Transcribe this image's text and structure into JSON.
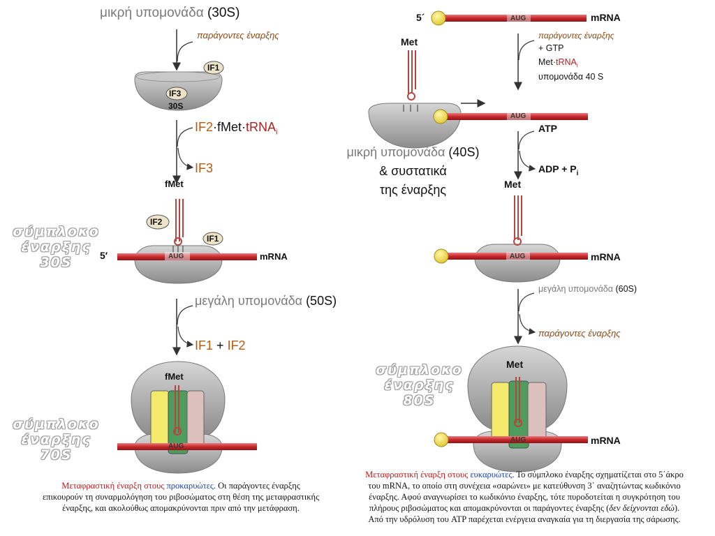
{
  "colors": {
    "ribosome": "#a9a9a9",
    "mrna_red": "#c8282d",
    "cap_yellow": "#f2e24a",
    "if_tan": "#ece3c8",
    "trna": "#b7453e",
    "green": "#4f9d5c",
    "yellow_site": "#f3e96a",
    "pink_site": "#dcc0bd"
  },
  "prokaryote": {
    "small_subunit_label": "μικρή υπομονάδα",
    "small_subunit_size": "(30S)",
    "factors_label": "παράγοντες έναρξης",
    "if1": "IF1",
    "if3": "IF3",
    "s30": "30S",
    "step2_if2": "IF2",
    "step2_dot1": "·fMet·",
    "step2_trna": "tRNA",
    "step2_sub": "i",
    "step2_out": "IF3",
    "fmet": "fMet",
    "if2": "IF2",
    "if1b": "IF1",
    "five_prime": "5′",
    "aug": "AUG",
    "mrna": "mRNA",
    "large_subunit_label": "μεγάλη υπομονάδα",
    "large_subunit_size": "(50S)",
    "out_if1": "IF1",
    "plus": "+",
    "out_if2": "IF2",
    "fmet2": "fMet",
    "aug2": "AUG",
    "complex30_line1": "σύμπλοκο",
    "complex30_line2": "έναρξης",
    "complex30_line3": "30S",
    "complex70_line1": "σύμπλοκο",
    "complex70_line2": "έναρξης",
    "complex70_line3": "70S"
  },
  "eukaryote": {
    "five_prime": "5´",
    "aug": "AUG",
    "mrna": "mRNA",
    "met": "Met",
    "factors_label": "παράγοντες έναρξης",
    "gtp": "+ GTP",
    "met_trna_a": "Met·",
    "met_trna_b": "tRNA",
    "met_trna_sub": "i",
    "subunit40": "υπομονάδα 40 S",
    "aug_b": "AUG",
    "atp": "ATP",
    "adp": "ADP + P",
    "adp_sub": "i",
    "small_subunit_label": "μικρή υπομονάδα",
    "small_subunit_size": "(40S)",
    "and_factors": "& συστατικά",
    "of_initiation": "της έναρξης",
    "met2": "Met",
    "aug_c": "AUG",
    "mrna_c": "mRNA",
    "large_subunit_label": "μεγάλη υπομονάδα",
    "large_subunit_size": "(60S)",
    "factors_out": "παράγοντες έναρξης",
    "met3": "Met",
    "aug_d": "AUG",
    "mrna_d": "mRNA",
    "complex80_line1": "σύμπλοκο",
    "complex80_line2": "έναρξης",
    "complex80_line3": "80S"
  },
  "captions": {
    "left_red": "Μεταφραστική έναρξη στους",
    "left_blue": "προκαρυώτες",
    "left_rest1": ". Οι παράγοντες έναρξης",
    "left_line2": "επικουρούν τη συναρμολόγηση του ριβοσώματος στη θέση της μεταφραστικής",
    "left_line3": "έναρξης, και ακολούθως απομακρύνονται πριν από την μετάφραση.",
    "right_red": "Μεταφραστική έναρξη στους",
    "right_blue": "ευκαρυώτες",
    "right_rest1": ". Το σύμπλοκο έναρξης σχηματίζεται στο 5΄άκρο",
    "right_line2": "του mRNA, το οποίο στη συνέχεια «σαρώνει» με κατεύθυνση 3΄ αναζητώντας κωδικόνιο",
    "right_line3": "έναρξης. Αφού αναγνωρίσει το κωδικόνιο έναρξης, τότε πυροδοτείται η συγκρότηση του",
    "right_line4a": "πλήρους ριβοσώματος και απομακρύνονται οι παράγοντες έναρξης (",
    "right_line4i": "δεν δείχνονται εδώ",
    "right_line4b": ").",
    "right_line5": "Από την υδρόλυση του ATP παρέχεται ενέργεια αναγκαία για τη διεργασία της σάρωσης."
  }
}
